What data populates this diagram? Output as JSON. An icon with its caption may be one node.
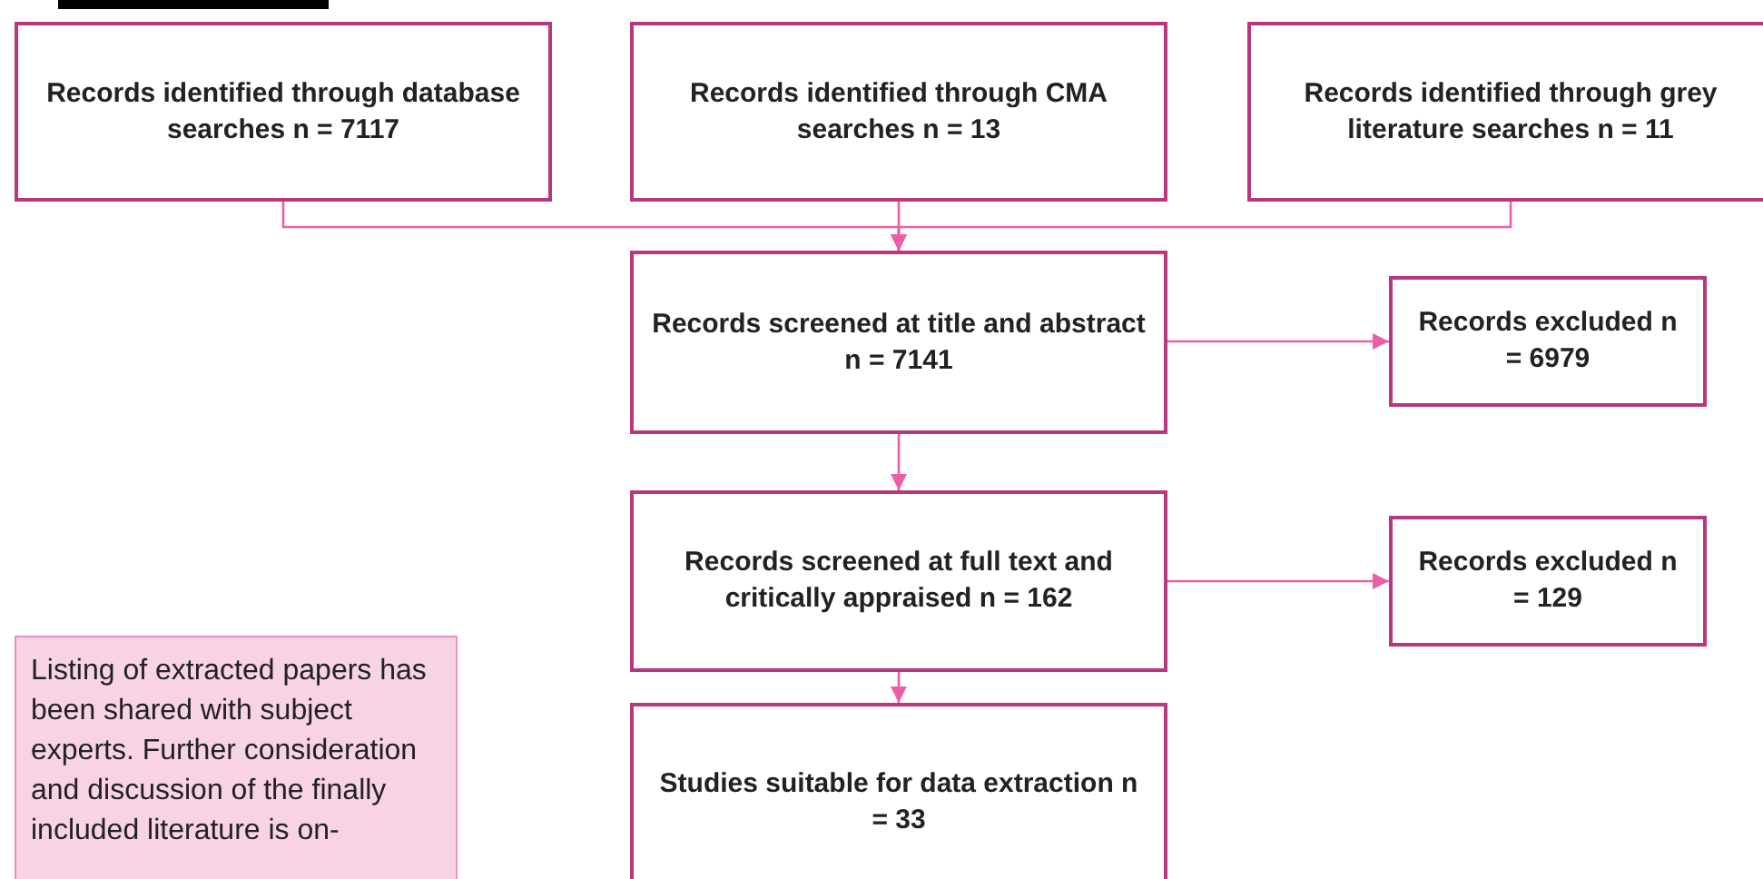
{
  "diagram": {
    "nodes": [
      {
        "text": [
          "Records identified through database searches n = 7117"
        ]
      },
      {
        "text": [
          "Records identified through CMA searches n = 13"
        ]
      },
      {
        "text": [
          "Records identified through grey literature searches n = 11"
        ]
      },
      {
        "text": [
          "Records screened at title and abstract n = 7141"
        ]
      },
      {
        "text": [
          "Records excluded n = 6979"
        ]
      },
      {
        "text": [
          "Records screened at full text and critically appraised n = 162"
        ]
      },
      {
        "text": [
          "Records excluded n = 129"
        ]
      },
      {
        "text": [
          "Studies suitable for data extraction n = 33"
        ]
      },
      {
        "text": [
          "Listing of extracted papers has been shared with subject experts. Further consideration and discussion of the finally included literature is on-"
        ]
      }
    ],
    "edges": [
      {
        "from": 0,
        "to": 3,
        "arrow": "to"
      },
      {
        "from": 1,
        "to": 3,
        "arrow": "to"
      },
      {
        "from": 2,
        "to": 3,
        "arrow": "to"
      },
      {
        "from": 3,
        "to": 4,
        "arrow": "to"
      },
      {
        "from": 3,
        "to": 5,
        "arrow": "to"
      },
      {
        "from": 5,
        "to": 6,
        "arrow": "to"
      },
      {
        "from": 5,
        "to": 7,
        "arrow": "to"
      }
    ]
  }
}
